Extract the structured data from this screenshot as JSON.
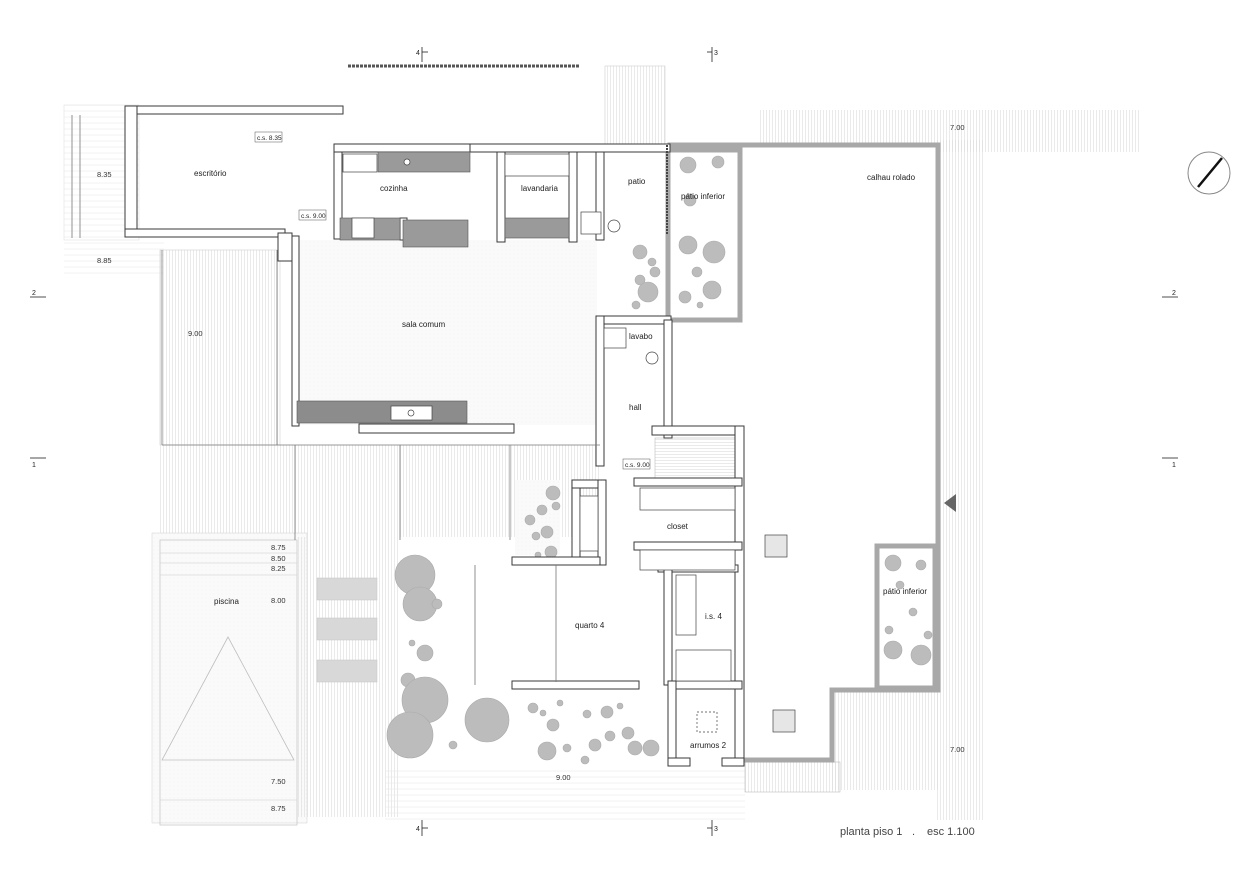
{
  "rooms": {
    "escritorio": "escritório",
    "cozinha": "cozinha",
    "lavandaria": "lavandaria",
    "patio": "patio",
    "patio_inferior_1": "pátio inferior",
    "calhau_rolado": "calhau rolado",
    "sala_comum": "sala comum",
    "lavabo": "lavabo",
    "hall": "hall",
    "closet": "closet",
    "quarto_4": "quarto 4",
    "is_4": "i.s. 4",
    "arrumos_2": "arrumos 2",
    "patio_inferior_2": "pátio inferior",
    "piscina": "piscina"
  },
  "levels": {
    "l835": "8.35",
    "l885": "8.85",
    "l900_terrace": "9.00",
    "l700_top": "7.00",
    "l700_bottom": "7.00",
    "l900_bottom": "9.00",
    "pool_875_top": "8.75",
    "pool_850": "8.50",
    "pool_825": "8.25",
    "pool_800": "8.00",
    "pool_750": "7.50",
    "pool_875_bottom": "8.75"
  },
  "cota_soleira": {
    "office": "c.s. 8.35",
    "kitchen": "c.s. 9.00",
    "hall": "c.s. 9.00"
  },
  "section_marks": {
    "top_4": "4",
    "top_3": "3",
    "bottom_4": "4",
    "bottom_3": "3",
    "left_2": "2",
    "right_2": "2",
    "left_1": "1",
    "right_1": "1"
  },
  "title": {
    "name": "planta piso 1",
    "sep": ".",
    "scale": "esc 1.100"
  },
  "colors": {
    "wall": "#ffffff",
    "wall_stroke": "#3a3a3a",
    "counter": "#8c8c8c",
    "tree": "#bdbdbd",
    "hatch": "#d6d6d6",
    "pebble_border": "#a8a8a8"
  }
}
